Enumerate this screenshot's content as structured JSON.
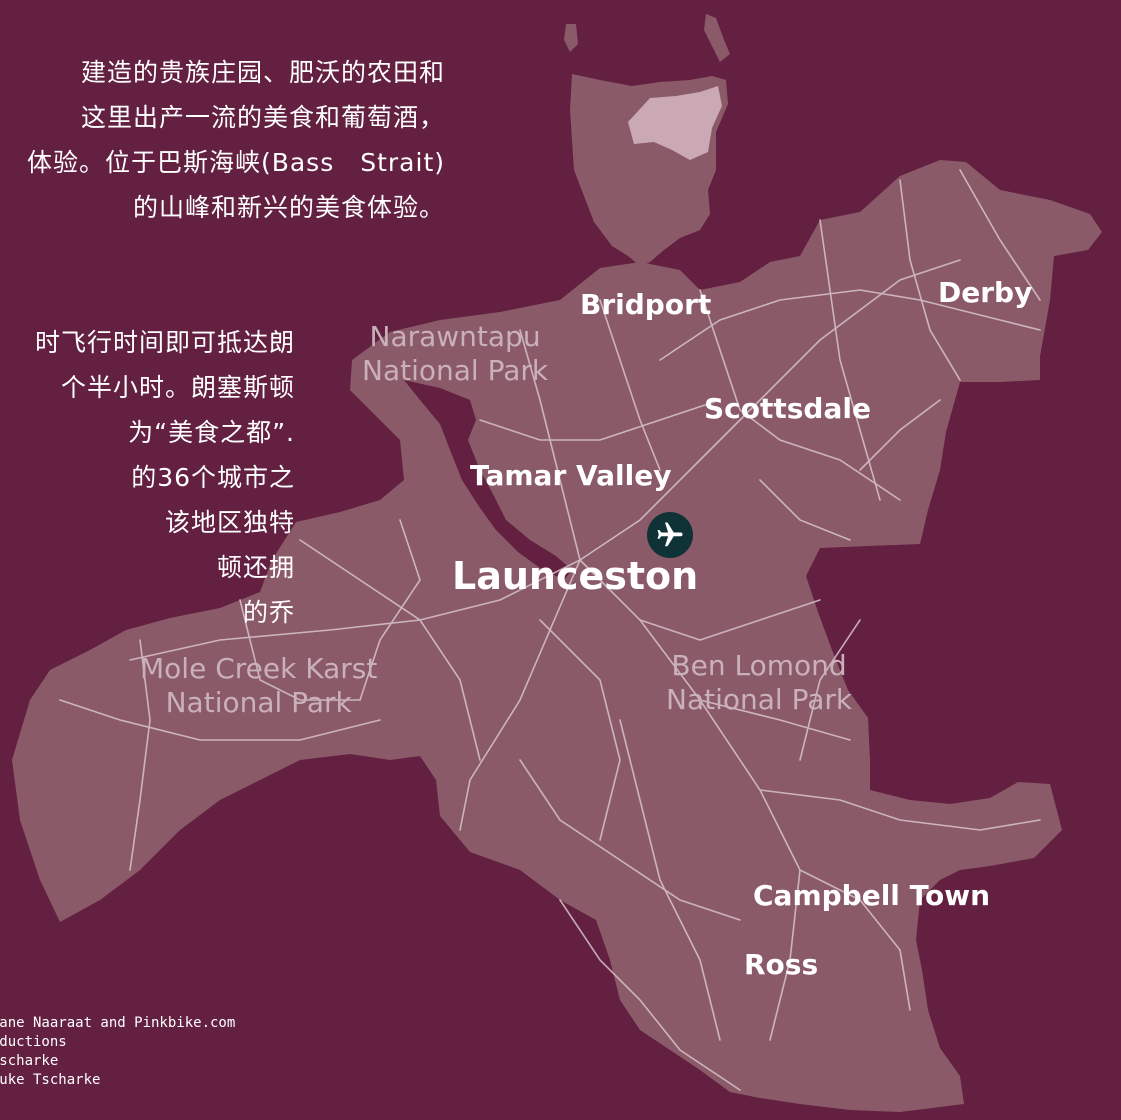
{
  "intro": {
    "paragraph1_lines": [
      "建造的贵族庄园、肥沃的农田和",
      "这里出产一流的美食和葡萄酒，",
      "体验。位于巴斯海峡(Bass　Strait)",
      "的山峰和新兴的美食体验。"
    ],
    "paragraph2_lines": [
      "时飞行时间即可抵达朗",
      "个半小时。朗塞斯顿",
      "为“美食之都”.",
      "的36个城市之",
      "该地区独特",
      "顿还拥",
      "的乔"
    ]
  },
  "map": {
    "city": "Launceston",
    "towns": {
      "bridport": "Bridport",
      "derby": "Derby",
      "scottsdale": "Scottsdale",
      "tamar_valley": "Tamar Valley",
      "campbell_town": "Campbell Town",
      "ross": "Ross"
    },
    "parks": {
      "narawntapu": [
        "Narawntapu",
        "National Park"
      ],
      "mole_creek": [
        "Mole Creek Karst",
        "National Park"
      ],
      "ben_lomond": [
        "Ben Lomond",
        "National Park"
      ]
    },
    "airport_icon": "airplane-icon"
  },
  "credits": [
    "© Kane Naaraat and Pinkbike.com",
    "Productions",
    "e Tscharke",
    "© Luke Tscharke"
  ],
  "colors": {
    "background": "#632040",
    "land": "#8b5a68",
    "roads": "#d8c4cc",
    "highlight": "#cba9b4",
    "airport_badge": "#0f3236"
  }
}
